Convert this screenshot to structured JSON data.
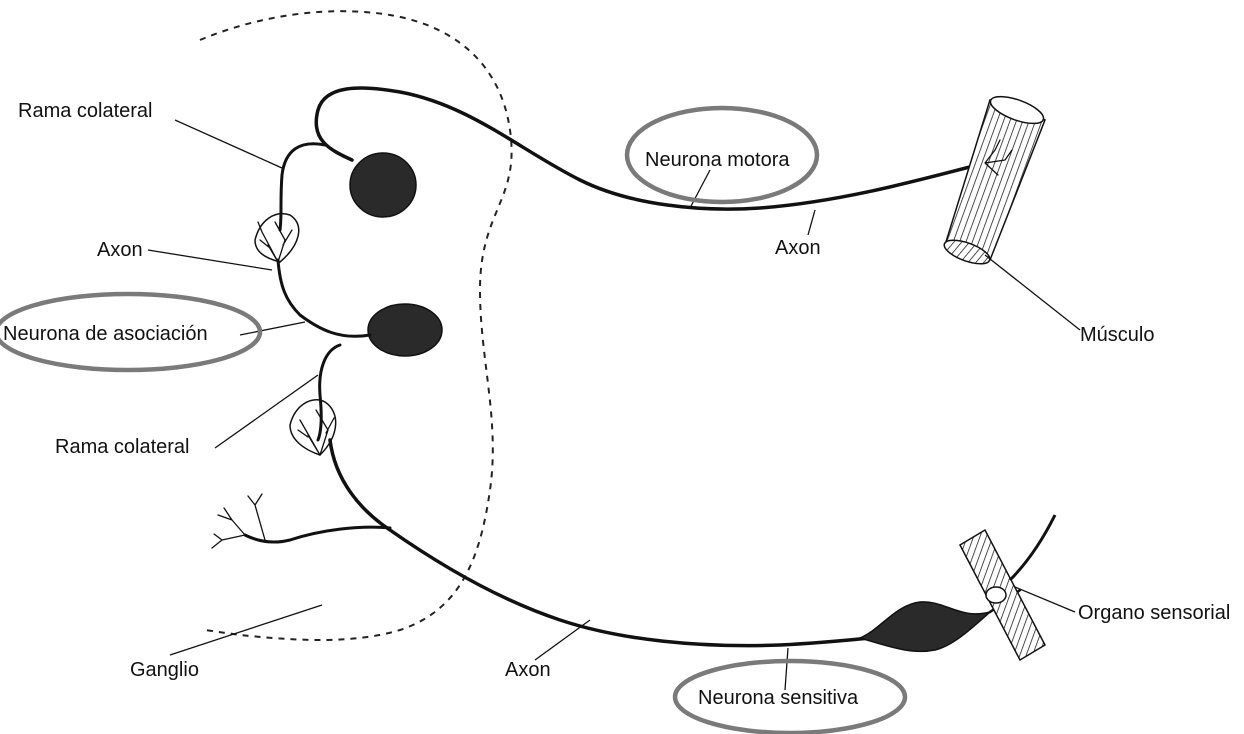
{
  "labels": {
    "rama_colateral_top": "Rama colateral",
    "axon_left": "Axon",
    "neurona_asociacion": "Neurona de asociación",
    "rama_colateral_bottom": "Rama colateral",
    "ganglio": "Ganglio",
    "axon_bottom": "Axon",
    "neurona_sensitiva": "Neurona sensitiva",
    "organo_sensorial": "Organo sensorial",
    "musculo": "Músculo",
    "axon_right": "Axon",
    "neurona_motora": "Neurona motora"
  },
  "highlight_color": "#7a7a7a"
}
